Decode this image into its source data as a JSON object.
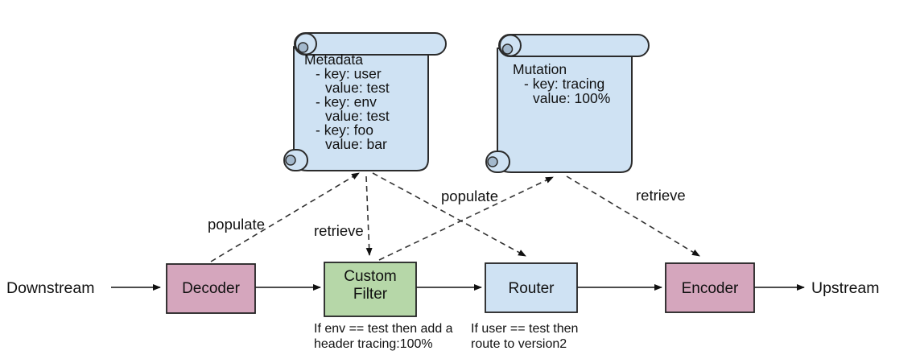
{
  "colors": {
    "node_pink": "#d5a6bd",
    "node_green": "#b6d7a8",
    "node_blue": "#cfe2f3",
    "scroll_fill": "#cfe2f3",
    "scroll_curl": "#a3b8cc"
  },
  "endpoints": {
    "left": "Downstream",
    "right": "Upstream"
  },
  "nodes": {
    "decoder": {
      "label": "Decoder"
    },
    "custom_filter": {
      "line1": "Custom",
      "line2": "Filter",
      "note1": "If env == test then add a",
      "note2": "header tracing:100%"
    },
    "router": {
      "label": "Router",
      "note1": "If user == test then",
      "note2": "route to version2"
    },
    "encoder": {
      "label": "Encoder"
    }
  },
  "scrolls": {
    "metadata": {
      "lines": [
        "Metadata",
        "- key: user",
        "value: test",
        "- key: env",
        "value: test",
        "- key: foo",
        "value: bar"
      ]
    },
    "mutation": {
      "lines": [
        "Mutation",
        "- key: tracing",
        "value: 100%"
      ]
    }
  },
  "edge_labels": {
    "populate_left": "populate",
    "retrieve_left": "retrieve",
    "populate_right": "populate",
    "retrieve_right": "retrieve"
  }
}
